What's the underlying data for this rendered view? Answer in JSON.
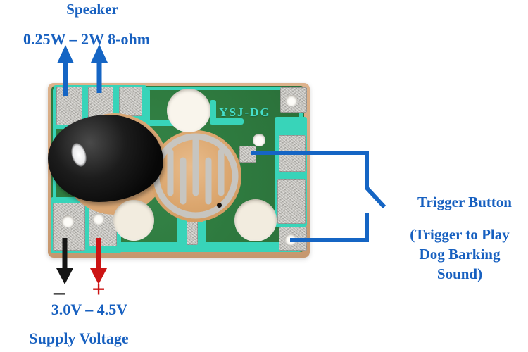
{
  "speaker": {
    "title": "Speaker",
    "spec": "0.25W – 2W 8-ohm"
  },
  "trigger": {
    "title": "Trigger Button",
    "note_lines": [
      "(Trigger to Play",
      "Dog Barking",
      "Sound)"
    ]
  },
  "supply": {
    "minus": "–",
    "plus": "+",
    "range": "3.0V – 4.5V",
    "title": "Supply Voltage"
  },
  "board": {
    "silkscreen": "YSJ-DG"
  },
  "colors": {
    "label_blue": "#1760c0",
    "annotation_blue": "#1565c4",
    "wire_black": "#161616",
    "wire_red": "#cc1414",
    "pcb_green": "#2f7c40",
    "trace_teal": "#38d4b9",
    "copper_edge": "#d2a47c",
    "pad_silver": "#c3c1bc",
    "trigger_copper": "#dca76f"
  }
}
